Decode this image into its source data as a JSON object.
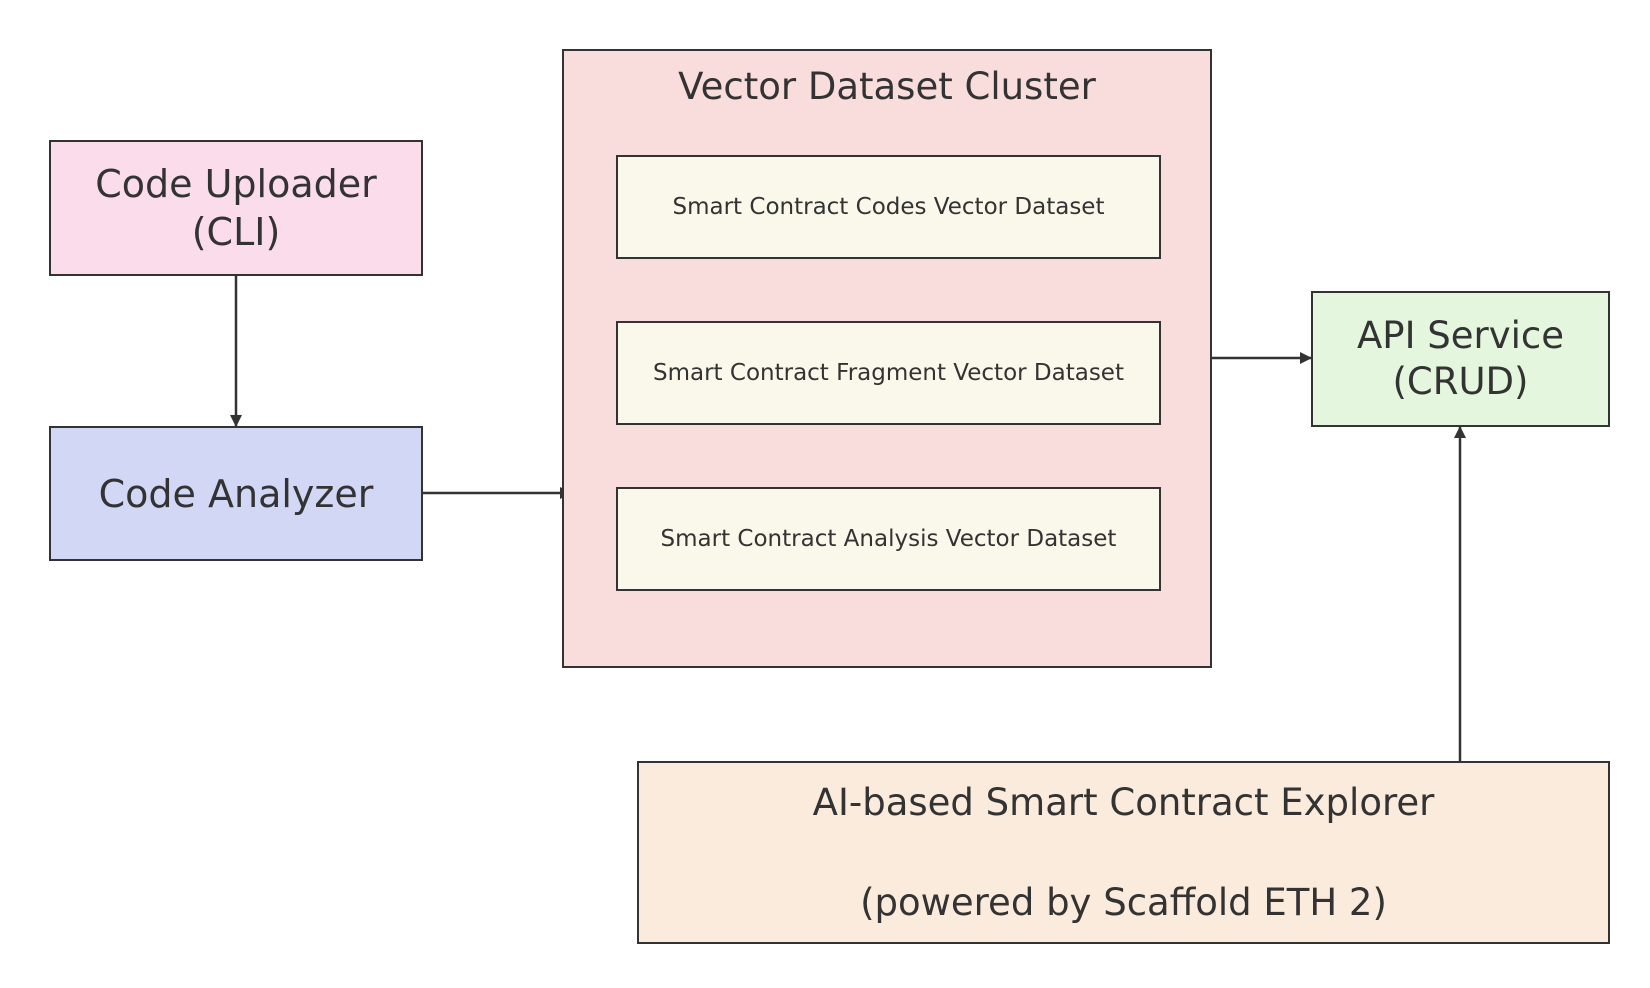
{
  "nodes": {
    "uploader": {
      "line1": "Code Uploader",
      "line2": "(CLI)",
      "fill": "#fadceb"
    },
    "analyzer": {
      "label": "Code Analyzer",
      "fill": "#d2d7f6"
    },
    "cluster": {
      "title": "Vector Dataset Cluster",
      "fill": "#f9dcdc",
      "datasets": [
        {
          "label": "Smart Contract Codes Vector Dataset"
        },
        {
          "label": "Smart Contract Fragment Vector Dataset"
        },
        {
          "label": "Smart Contract Analysis Vector Dataset"
        }
      ],
      "dataset_fill": "#faf8ea"
    },
    "api": {
      "line1": "API Service",
      "line2": "(CRUD)",
      "fill": "#e4f6dd"
    },
    "explorer": {
      "line1": "AI-based Smart Contract Explorer",
      "line2": "(powered by Scaffold ETH 2)",
      "fill": "#fbebdc"
    }
  },
  "edges": [
    {
      "from": "uploader",
      "to": "analyzer"
    },
    {
      "from": "analyzer",
      "to": "cluster"
    },
    {
      "from": "cluster",
      "to": "api"
    },
    {
      "from": "explorer",
      "to": "api"
    }
  ],
  "colors": {
    "stroke": "#333333"
  }
}
